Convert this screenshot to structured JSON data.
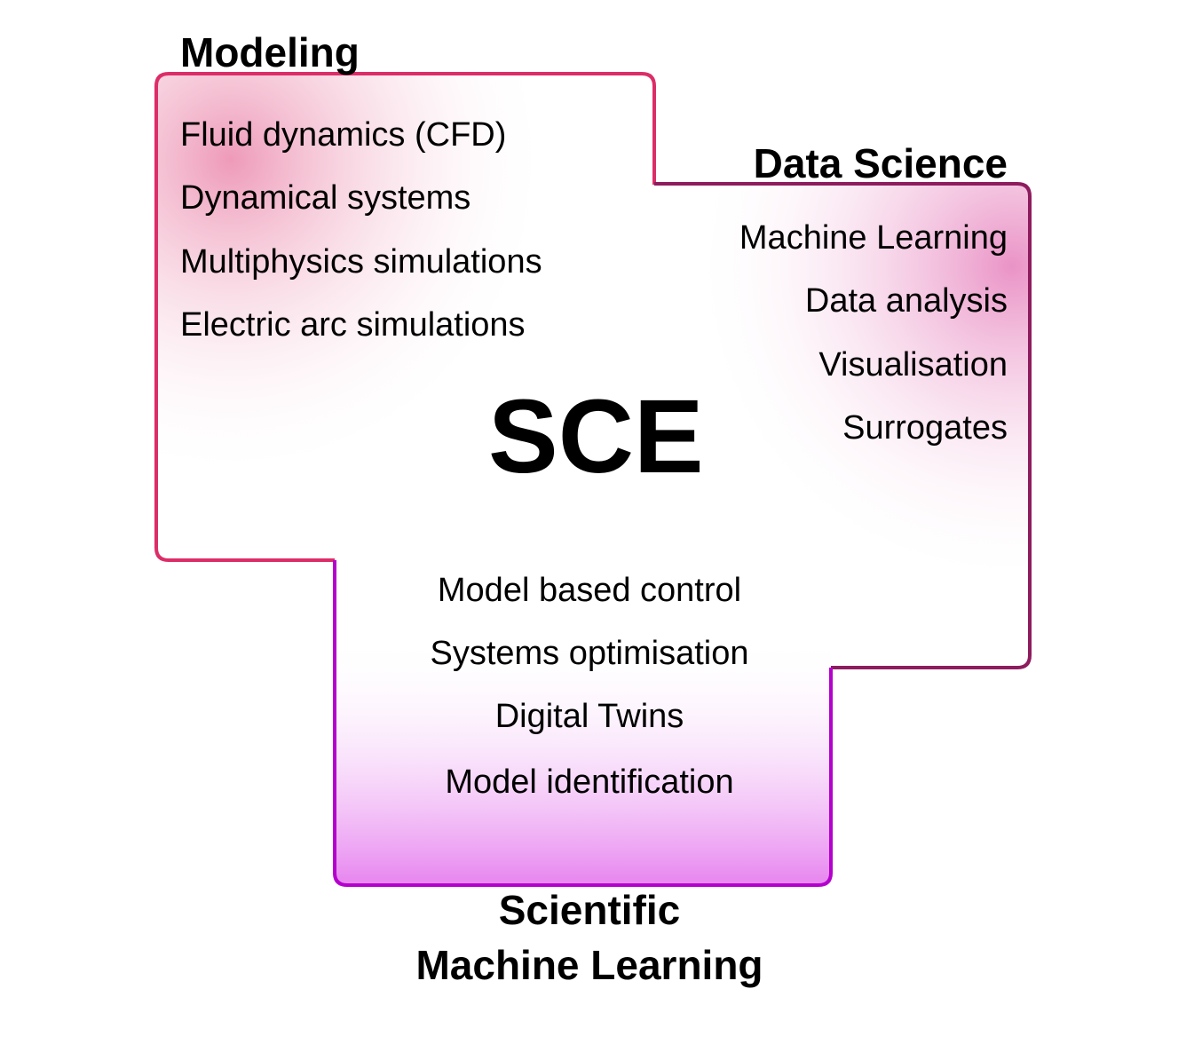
{
  "center_label": "SCE",
  "colors": {
    "modeling": "#dc2d68",
    "data_science": "#8e1c5e",
    "sciml": "#b400cc"
  },
  "modeling": {
    "title": "Modeling",
    "items": [
      "Fluid dynamics (CFD)",
      "Dynamical systems",
      "Multiphysics simulations",
      "Electric arc simulations"
    ]
  },
  "data_science": {
    "title": "Data Science",
    "items": [
      "Machine Learning",
      "Data analysis",
      "Visualisation",
      "Surrogates"
    ]
  },
  "sciml": {
    "title_line1": "Scientific",
    "title_line2": "Machine Learning",
    "items": [
      "Model based control",
      "Systems optimisation",
      "Digital Twins",
      "Model identification"
    ]
  }
}
